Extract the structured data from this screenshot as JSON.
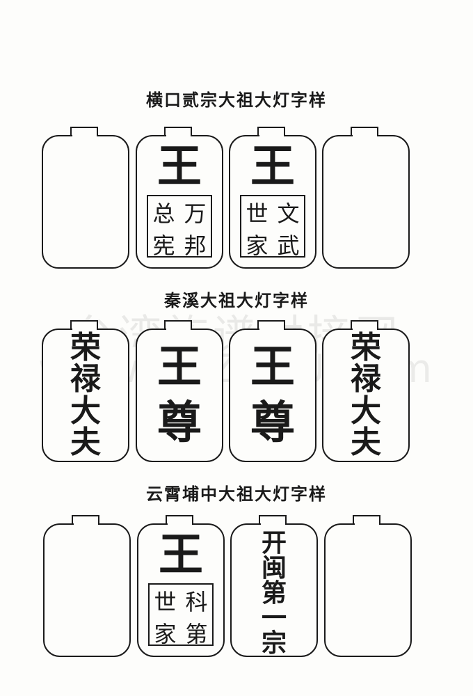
{
  "sections": [
    {
      "title": "横口贰宗大祖大灯字样",
      "lanterns": [
        {
          "main": "",
          "box": []
        },
        {
          "main": "王",
          "box": [
            "总",
            "万",
            "宪",
            "邦"
          ]
        },
        {
          "main": "王",
          "box": [
            "世",
            "文",
            "家",
            "武"
          ]
        },
        {
          "main": "",
          "box": []
        }
      ]
    },
    {
      "title": "秦溪大祖大灯字样",
      "lanterns": [
        {
          "chars": [
            "荣",
            "禄",
            "大",
            "夫"
          ]
        },
        {
          "main": "王",
          "sub": "尊"
        },
        {
          "main": "王",
          "sub": "尊"
        },
        {
          "chars": [
            "荣",
            "禄",
            "大",
            "夫"
          ]
        }
      ]
    },
    {
      "title": "云霄埔中大祖大灯字样",
      "lanterns": [
        {
          "main": "",
          "box": []
        },
        {
          "main": "王",
          "box": [
            "世",
            "科",
            "家",
            "第"
          ]
        },
        {
          "chars": [
            "开",
            "闽",
            "第",
            "一",
            "宗"
          ]
        },
        {
          "main": "",
          "box": []
        }
      ]
    }
  ],
  "watermark": {
    "text": "台湾族谱对接网",
    "url": "www.ZTZUPU.com"
  }
}
